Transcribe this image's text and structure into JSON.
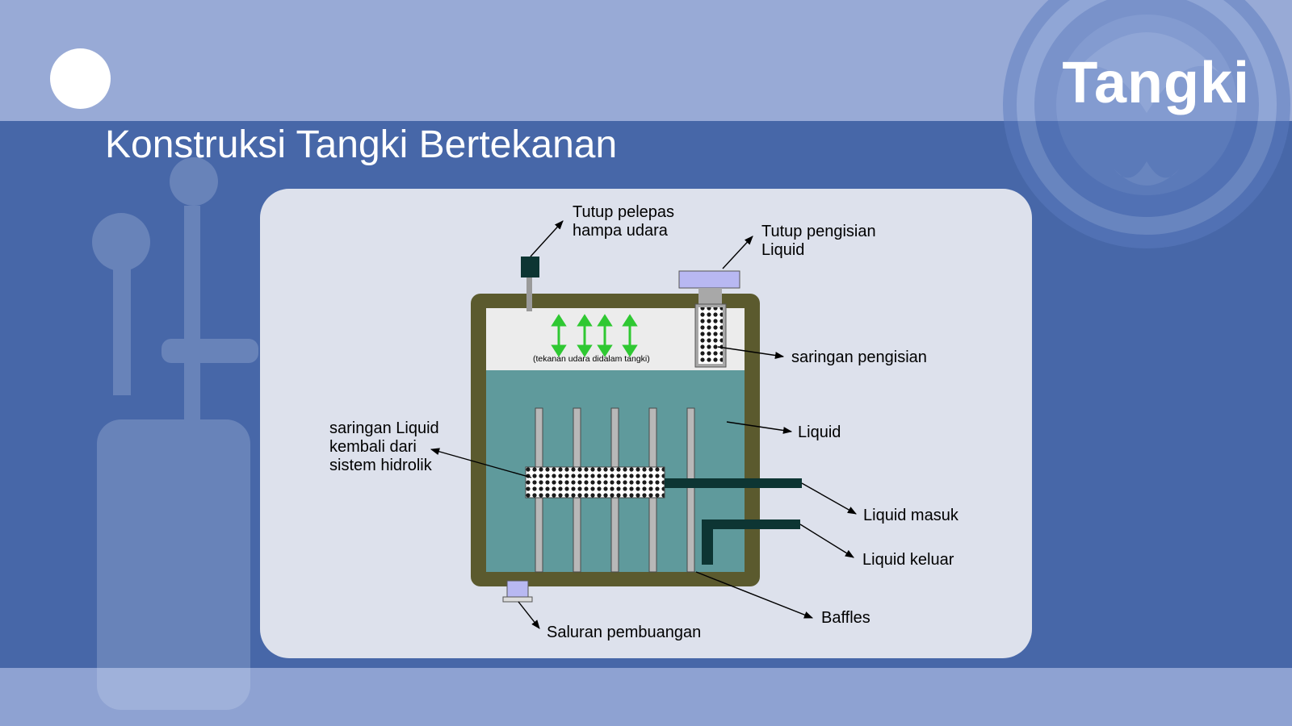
{
  "slide": {
    "title": "Tangki",
    "subtitle": "Konstruksi Tangki Bertekanan"
  },
  "diagram": {
    "pressure_note": "(tekanan udara didalam tangki)",
    "labels": {
      "vent_cap": "Tutup pelepas\nhampa udara",
      "fill_cap": "Tutup pengisian\nLiquid",
      "fill_strainer": "saringan pengisian",
      "liquid": "Liquid",
      "return_filter": "saringan Liquid\nkembali dari\nsistem hidrolik",
      "liquid_in": "Liquid masuk",
      "liquid_out": "Liquid keluar",
      "baffles": "Baffles",
      "drain": "Saluran pembuangan"
    }
  },
  "colors": {
    "tank_wall": "#5b5a2e",
    "liquid": "#5f9a9c",
    "air_space": "#ececec",
    "pipe": "#0d3533",
    "cap": "#b8b8f2",
    "arrow_green": "#2fc832",
    "panel": "#dde1ec",
    "background": "#4767a8"
  }
}
